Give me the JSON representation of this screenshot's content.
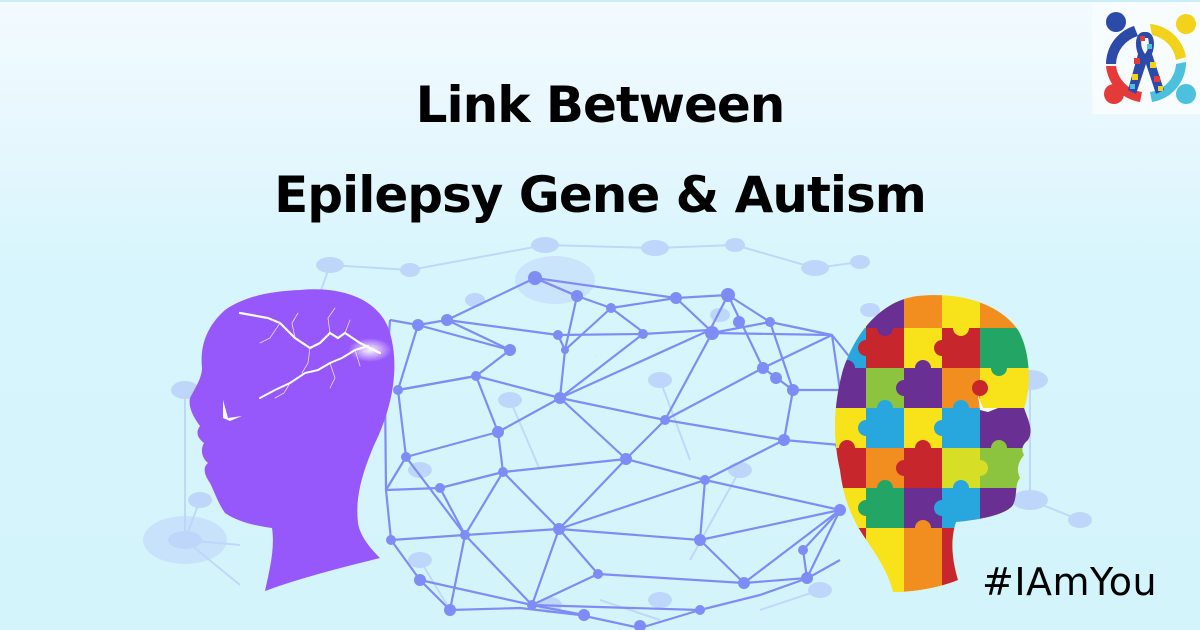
{
  "title": {
    "line1": "Link Between",
    "line2": "Epilepsy Gene & Autism"
  },
  "hashtag": "#IAmYou",
  "logo": {
    "icon": "autism-awareness-ribbon-people-circle-icon",
    "colors": [
      "#2c4aa8",
      "#f2d21b",
      "#e53a3a",
      "#4cc0dc"
    ]
  },
  "illustration": {
    "left_head": {
      "icon": "purple-head-lightning-icon",
      "color": "#9657fb"
    },
    "right_head": {
      "icon": "puzzle-pieces-head-icon",
      "colors": [
        "#d6df26",
        "#6a2f93",
        "#f28d1f",
        "#f8e21a",
        "#c7262c",
        "#28a6de",
        "#23a566",
        "#8cc43f"
      ]
    },
    "network": {
      "icon": "network-sphere-icon",
      "node_color": "#7f8cf5",
      "faint_color": "#b9d3fb"
    }
  },
  "colors": {
    "background_top": "#f3fbff",
    "background_bottom": "#d4f4fc",
    "text": "#000000"
  }
}
